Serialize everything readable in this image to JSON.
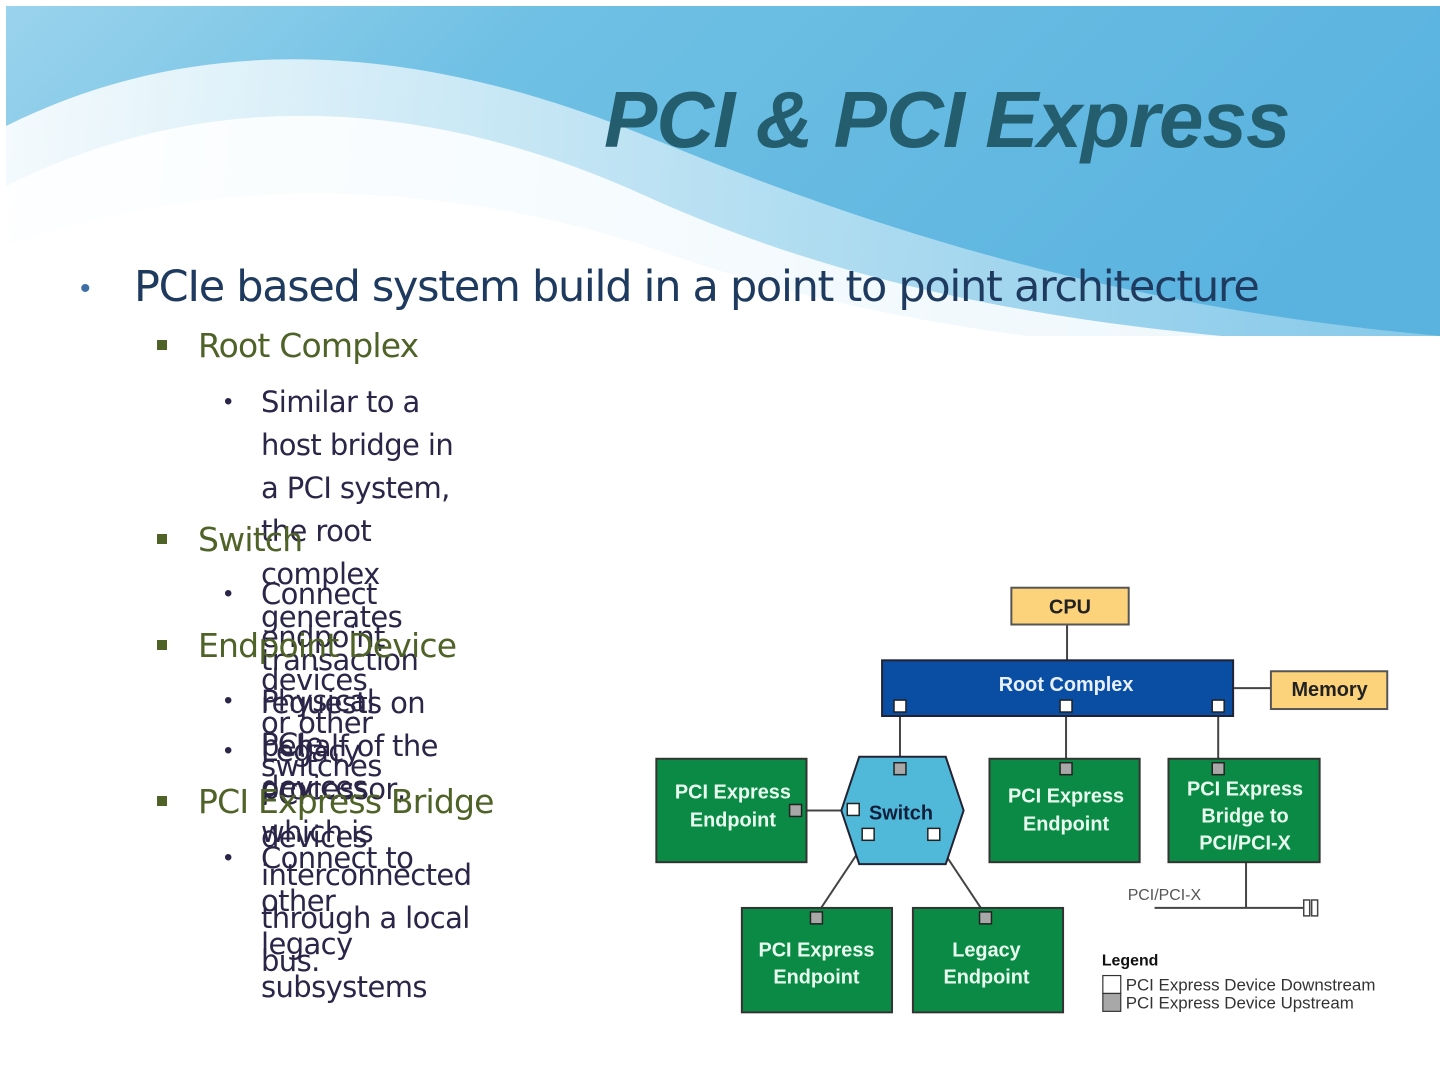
{
  "slide": {
    "title": "PCI & PCI Express",
    "bullets": {
      "main": "PCIe based system build in a point to point architecture",
      "sections": [
        {
          "heading": "Root Complex",
          "items": [
            [
              "Similar to a host bridge in a PCI system, the root complex generates",
              "transaction requests on behalf of the processor, which is",
              "interconnected through a local bus."
            ]
          ]
        },
        {
          "heading": "Switch",
          "items": [
            [
              "Connect endpoint devices or other switches"
            ]
          ]
        },
        {
          "heading": "Endpoint Device",
          "items": [
            [
              "Physical PCIe devices"
            ],
            [
              "Legacy PCI devices"
            ]
          ]
        },
        {
          "heading": "PCI Express Bridge",
          "items": [
            [
              "Connect to other legacy",
              "subsystems"
            ]
          ]
        }
      ]
    }
  },
  "diagram": {
    "nodes": {
      "cpu": "CPU",
      "root_complex": "Root Complex",
      "memory": "Memory",
      "switch": "Switch",
      "endpoint_left": [
        "PCI Express",
        "Endpoint"
      ],
      "endpoint_mid": [
        "PCI Express",
        "Endpoint"
      ],
      "bridge": [
        "PCI Express",
        "Bridge to",
        "PCI/PCI-X"
      ],
      "endpoint_bottom": [
        "PCI Express",
        "Endpoint"
      ],
      "legacy_endpoint": [
        "Legacy",
        "Endpoint"
      ]
    },
    "bus_label": "PCI/PCI-X",
    "legend": {
      "title": "Legend",
      "items": [
        {
          "label": "PCI Express Device Downstream",
          "swatch": "#ffffff"
        },
        {
          "label": "PCI Express Device Upstream",
          "swatch": "#a8a8a8"
        }
      ]
    },
    "colors": {
      "cpu_memory": "#fcd27a",
      "root_complex": "#0a4ea3",
      "endpoint": "#0b8a45",
      "switch": "#50b8d8",
      "title": "#245e6e",
      "level1": "#1e3a5f",
      "level2": "#4f6228",
      "level3": "#2b2648"
    }
  }
}
